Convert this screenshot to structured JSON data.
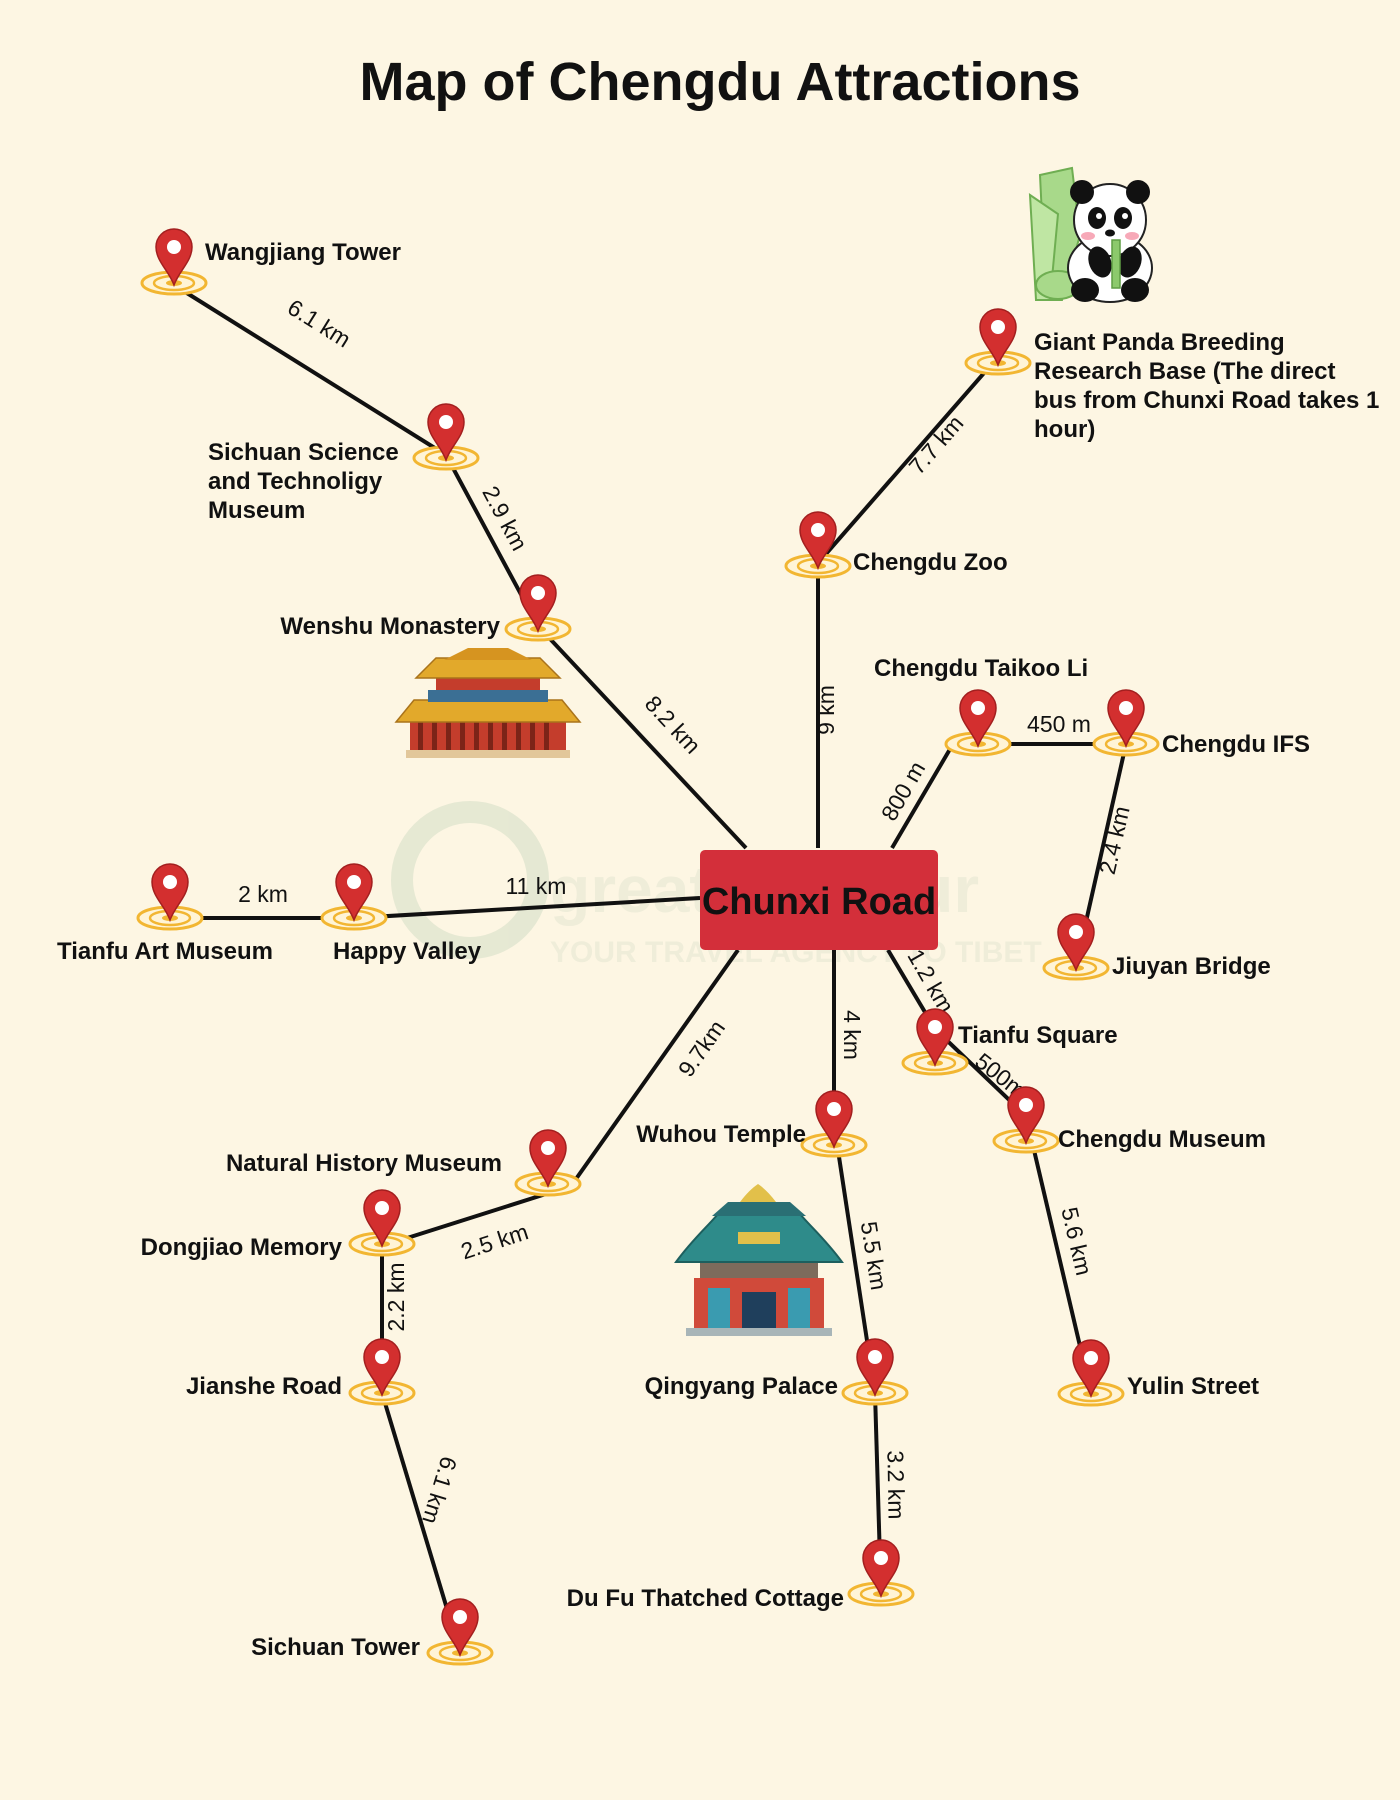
{
  "title": "Map of Chengdu Attractions",
  "hub": {
    "label": "Chunxi Road",
    "color": "#d32f3a"
  },
  "watermark": {
    "brand": "greattibettour",
    "tagline": "YOUR TRAVEL AGENCY TO TIBET"
  },
  "places": {
    "wangjiang": "Wangjiang Tower",
    "sciencemuseum": [
      "Sichuan Science",
      "and Technoligy",
      "Museum"
    ],
    "wenshu": "Wenshu Monastery",
    "panda": [
      "Giant Panda Breeding",
      "Research Base (The direct",
      "bus from Chunxi Road takes 1",
      "hour)"
    ],
    "zoo": "Chengdu Zoo",
    "taikoo": "Chengdu Taikoo Li",
    "ifs": "Chengdu IFS",
    "jiuyan": "Jiuyan Bridge",
    "tianfuart": "Tianfu Art Museum",
    "happyvalley": "Happy Valley",
    "tianfusquare": "Tianfu Square",
    "chengdumuseum": "Chengdu Museum",
    "wuhou": "Wuhou Temple",
    "naturalhistory": "Natural History Museum",
    "dongjiao": "Dongjiao Memory",
    "jianshe": "Jianshe Road",
    "sichuantower": "Sichuan Tower",
    "qingyang": "Qingyang Palace",
    "dufu": "Du Fu Thatched Cottage",
    "yulin": "Yulin Street"
  },
  "distances": {
    "wangjiang_science": "6.1 km",
    "science_wenshu": "2.9 km",
    "wenshu_hub": "8.2 km",
    "panda_zoo": "7.7 km",
    "zoo_hub": "9 km",
    "hub_taikoo": "800 m",
    "taikoo_ifs": "450 m",
    "ifs_jiuyan": "2.4 km",
    "art_happy": "2 km",
    "happy_hub": "11 km",
    "hub_tianfusquare": "1.2 km",
    "square_museum": "500m",
    "museum_yulin": "5.6 km",
    "hub_wuhou": "4 km",
    "wuhou_qingyang": "5.5 km",
    "qingyang_dufu": "3.2 km",
    "hub_natural": "9.7km",
    "natural_dongjiao": "2.5 km",
    "dongjiao_jianshe": "2.2 km",
    "jianshe_tower": "6.1 km"
  },
  "colors": {
    "pin": "#d32f2f",
    "ring": "#f2b632",
    "line": "#111111"
  },
  "icons": {
    "panda": "panda-icon",
    "monastery": "monastery-icon",
    "temple": "temple-icon",
    "pin": "map-pin-icon"
  }
}
